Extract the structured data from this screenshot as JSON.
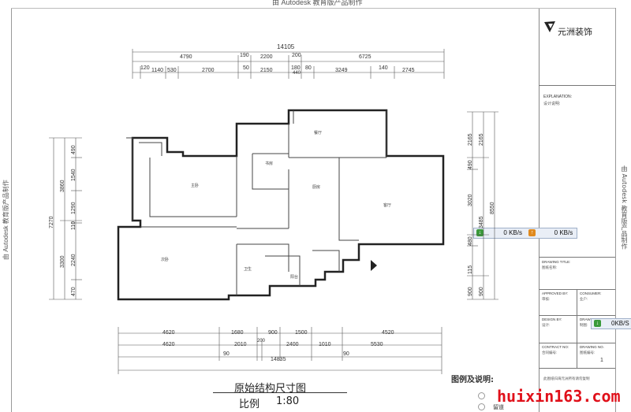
{
  "watermark": {
    "top": "由 Autodesk 教育版产品制作",
    "left": "由 Autodesk 教育版产品制作",
    "right": "由 Autodesk 教育版产品制作"
  },
  "titleblock": {
    "company": "元洲装饰",
    "explanation_en": "EXPLANATION:",
    "explanation_cn": "设计说明:",
    "drawing_title_en": "DRAWING TITLE:",
    "drawing_title_cn": "图纸名称:",
    "approved_en": "APPROVED BY:",
    "approved_cn": "审核:",
    "consumer_en": "CONSUMER:",
    "consumer_cn": "业户:",
    "design_en": "DESIGN BY:",
    "design_cn": "设计:",
    "drawn_en": "DRAWN",
    "drawn_cn": "制图:",
    "contract_en": "CONTRACT NO:",
    "contract_cn": "合同编号:",
    "drawing_no_en": "DRAWING NO.",
    "drawing_no_cn": "图纸编号:",
    "sheet_no": "1",
    "footer_note": "此图纸归海元洲所有请勿复制"
  },
  "legend": {
    "heading": "图例及说明:",
    "item": "留道"
  },
  "drawing": {
    "title": "原始结构尺寸图",
    "scale_label": "比例",
    "scale_value": "1:80"
  },
  "dimensions": {
    "top_total": "14105",
    "top_row2": [
      "4790",
      "190",
      "2200",
      "200",
      "6725"
    ],
    "top_row3": [
      "120",
      "1140",
      "530",
      "2700",
      "50",
      "2150",
      "180",
      "440",
      "80",
      "3249",
      "140",
      "2745"
    ],
    "bottom_row1": [
      "4620",
      "1680",
      "900",
      "1500",
      "4520"
    ],
    "bottom_row2": [
      "4620",
      "2010",
      "200",
      "2400",
      "1010",
      "5530"
    ],
    "bottom_row3": [
      "90",
      "90"
    ],
    "bottom_total": "14835",
    "left_col1": [
      "7270"
    ],
    "left_col2": [
      "3860",
      "3300"
    ],
    "left_col3": [
      "490",
      "1540",
      "1290",
      "110",
      "2240",
      "470"
    ],
    "right_col1": [
      "2165",
      "490",
      "3020",
      "480",
      "115",
      "900"
    ],
    "right_col2": [
      "2165",
      "3485",
      "900"
    ],
    "right_col3": [
      "8550"
    ]
  },
  "rooms": {
    "restaurant": "餐厅",
    "study": "书房",
    "master_bed": "主卧",
    "second_bed": "次卧",
    "living": "客厅",
    "kitchen": "厨房",
    "bath": "卫生",
    "balcony": "阳台"
  },
  "speedbars": [
    {
      "down": "0 KB/s",
      "up": "0 KB/s"
    },
    {
      "down": "0KB/S"
    }
  ],
  "site_watermark": "huixin163.com"
}
